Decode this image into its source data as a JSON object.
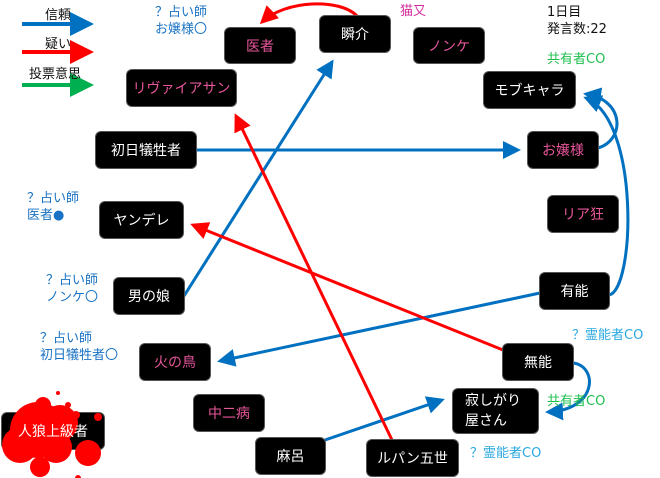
{
  "legend": [
    {
      "label": "信頼",
      "color": "#0070c0"
    },
    {
      "label": "疑い",
      "color": "#ff0000"
    },
    {
      "label": "投票意思",
      "color": "#00b050"
    }
  ],
  "status": {
    "day": "1日目",
    "messages": "発言数:22"
  },
  "nodes": {
    "isha": "医者",
    "shunsuke": "瞬介",
    "nonke": "ノンケ",
    "leviathan": "リヴァイアサン",
    "mobchara": "モブキャラ",
    "shonichi": "初日犠牲者",
    "ojousama": "お嬢様",
    "yandere": "ヤンデレ",
    "riajuu": "リア狂",
    "otokonoko": "男の娘",
    "yuunou": "有能",
    "hinotori": "火の鳥",
    "munou": "無能",
    "chuunibyou": "中二病",
    "sabishigari": "寂しがり屋さん",
    "jinrou": "人狼上級者",
    "maro": "麻呂",
    "lupin": "ルパン五世"
  },
  "notes": {
    "seer_ojousama": "？占い師\nお嬢様〇",
    "nekomata": "猫又",
    "co_mob": "共有者CO",
    "seer_isha": "？占い師\n医者●",
    "seer_nonke": "？占い師\nノンケ〇",
    "seer_shonichi": "？占い師\n初日犠牲者〇",
    "medium_munou": "？霊能者CO",
    "co_sabishi": "共有者CO",
    "medium_lupin": "？霊能者CO"
  }
}
